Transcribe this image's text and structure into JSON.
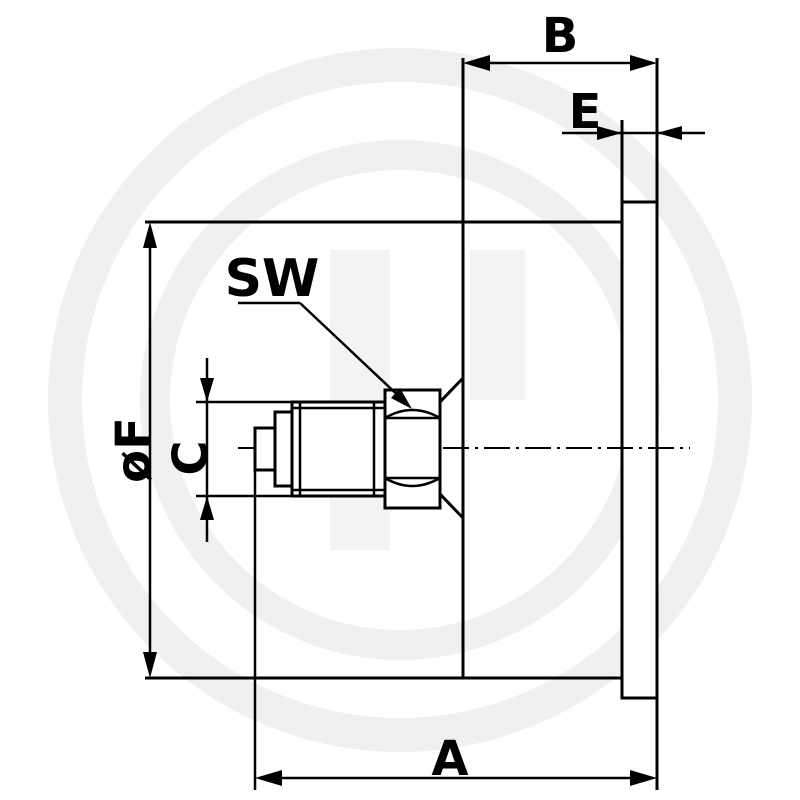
{
  "labels": {
    "A": "A",
    "B": "B",
    "C": "C",
    "E": "E",
    "F": "øF",
    "SW": "SW"
  },
  "colors": {
    "line": "#000000",
    "watermark": "#f0f0f0",
    "background": "#ffffff"
  }
}
